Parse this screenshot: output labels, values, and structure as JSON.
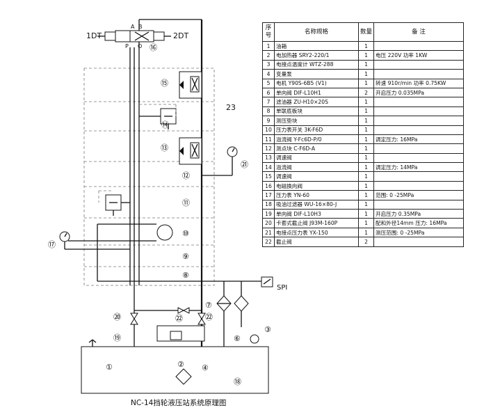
{
  "caption": "NC-14挡轮液压站系统原理图",
  "labels": {
    "solenoid_left": "1DT",
    "solenoid_right": "2DT",
    "port_a": "A",
    "port_b": "B",
    "port_p": "P",
    "port_o": "O",
    "pressure_switch": "SPI",
    "block_label": "23"
  },
  "part_numbers": [
    "①",
    "②",
    "③",
    "④",
    "⑥",
    "⑦",
    "⑧",
    "⑨",
    "⑩",
    "⑪",
    "⑫",
    "⑬",
    "⑭",
    "⑮",
    "⑯",
    "⑰",
    "⑱",
    "⑲",
    "⑳",
    "㉑",
    "㉒"
  ],
  "table": {
    "headers": [
      "序号",
      "名称规格",
      "数量",
      "备    注"
    ],
    "rows": [
      [
        "1",
        "油箱",
        "1",
        ""
      ],
      [
        "2",
        "电加热器 SRY2-220/1",
        "1",
        "电压 220V  功率 1KW"
      ],
      [
        "3",
        "电接点温度计 WTZ-288",
        "1",
        ""
      ],
      [
        "4",
        "变量泵",
        "1",
        ""
      ],
      [
        "5",
        "电机  Y90S-6B5 (V1)",
        "1",
        "转速 910r/min  功率 0.75KW"
      ],
      [
        "6",
        "单向阀  DIF-L10H1",
        "2",
        "开启压力 0.035MPa"
      ],
      [
        "7",
        "滤油器  ZU-H10×20S",
        "1",
        ""
      ],
      [
        "8",
        "单联底板块",
        "1",
        ""
      ],
      [
        "9",
        "测压垫块",
        "1",
        ""
      ],
      [
        "10",
        "压力表开关  3K-F6D",
        "1",
        ""
      ],
      [
        "11",
        "溢流阀  Y-Fc6D-P/0",
        "1",
        "调定压力: 16MPa"
      ],
      [
        "12",
        "测点块  C-F6D-A",
        "1",
        ""
      ],
      [
        "13",
        "调速阀",
        "1",
        ""
      ],
      [
        "14",
        "溢流阀",
        "1",
        "调定压力: 14MPa"
      ],
      [
        "15",
        "调速阀",
        "1",
        ""
      ],
      [
        "16",
        "电磁换向阀",
        "1",
        ""
      ],
      [
        "17",
        "压力表  YN-60",
        "1",
        "范围: 0 -25MPa"
      ],
      [
        "18",
        "吸油过滤器  WU-16×80-J",
        "1",
        ""
      ],
      [
        "19",
        "单向阀  DIF-L10H3",
        "1",
        "开启压力 0.35MPa"
      ],
      [
        "20",
        "卡套式截止阀 J93M-160P",
        "1",
        "配和外径14mm 压力: 16MPa"
      ],
      [
        "21",
        "电接点压力表 YX-150",
        "1",
        "测压范围: 0 -25MPa"
      ],
      [
        "22",
        "截止阀",
        "2",
        ""
      ]
    ]
  }
}
